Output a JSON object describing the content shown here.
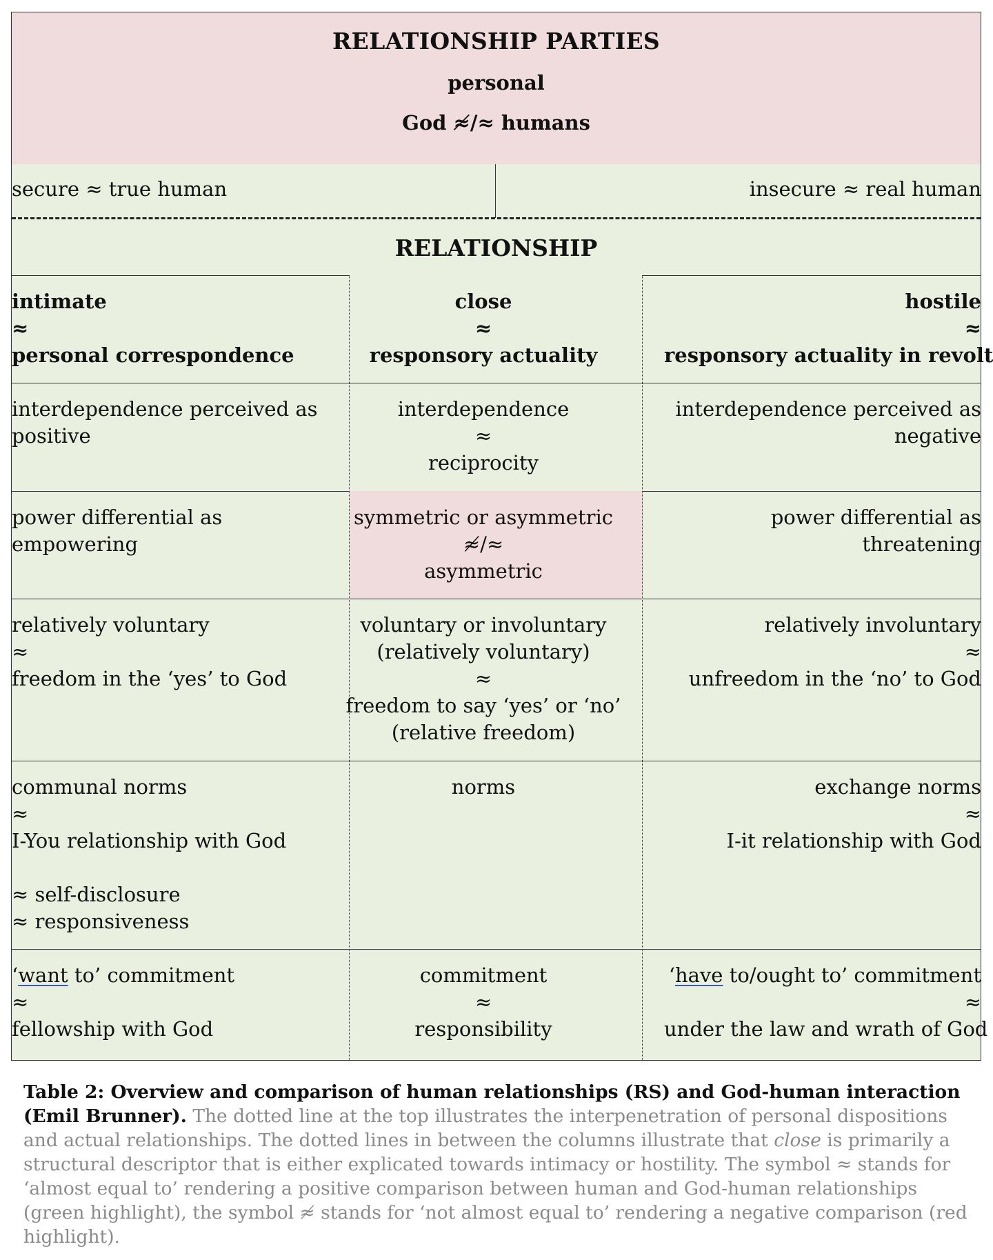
{
  "header": {
    "title": "RELATIONSHIP PARTIES",
    "subtitle": "personal",
    "comparison": "God ≉/≈ humans"
  },
  "dispositions": {
    "left": "secure ≈ true human",
    "right": "insecure ≈ real human"
  },
  "relationship_title": "RELATIONSHIP",
  "columns": {
    "left": [
      "intimate",
      "≈",
      "personal correspondence"
    ],
    "center": [
      "close",
      "≈",
      "responsory actuality"
    ],
    "right": [
      "hostile",
      "≈",
      "responsory actuality in revolt"
    ]
  },
  "rows": [
    {
      "left": [
        "interdependence perceived as",
        "positive"
      ],
      "center": [
        "interdependence",
        "≈",
        "reciprocity"
      ],
      "right": [
        "interdependence perceived as",
        "negative"
      ]
    },
    {
      "left": [
        "power differential as",
        "empowering"
      ],
      "center": [
        "symmetric or asymmetric",
        "≉/≈",
        "asymmetric"
      ],
      "right": [
        "power differential as",
        "threatening"
      ]
    },
    {
      "left": [
        "relatively voluntary",
        "≈",
        "freedom in the ‘yes’ to God"
      ],
      "center": [
        "voluntary or involuntary",
        "(relatively voluntary)",
        "≈",
        "freedom to say ‘yes’ or ‘no’",
        "(relative freedom)"
      ],
      "right": [
        "relatively involuntary",
        "≈",
        "unfreedom in the ‘no’ to God"
      ]
    },
    {
      "left": [
        "communal norms",
        "≈",
        "I-You relationship with God",
        "",
        "≈ self-disclosure",
        "≈ responsiveness"
      ],
      "center": [
        "norms"
      ],
      "right": [
        "exchange norms",
        "≈",
        "I-it relationship with God"
      ]
    },
    {
      "left_prefix": "‘",
      "left_underlined": "want",
      "left_suffix": " to’ commitment",
      "left": [
        "≈",
        "fellowship with God"
      ],
      "center": [
        "commitment",
        "≈",
        "responsibility"
      ],
      "right_prefix": "‘",
      "right_underlined": "have",
      "right_suffix": " to/ought to’ commitment",
      "right": [
        "≈",
        "under the law and wrath of God"
      ]
    }
  ],
  "caption": {
    "label": "Table 2: Overview and comparison of human relationships (RS) and God-human interaction (Emil Brunner).",
    "text_1": " The dotted line at the top illustrates the interpenetration of personal dispositions and actual relationships. The dotted lines in between the columns illustrate that ",
    "emphasis": "close",
    "text_2": " is primarily a structural descriptor that is either explicated towards intimacy or hostility. The symbol ≈ stands for ‘almost equal to’ rendering a positive comparison between human and God-human relationships (green highlight), the symbol ≉ stands for ‘not almost equal to’ rendering a negative comparison (red highlight)."
  },
  "colors": {
    "red_highlight": "#f0dcdd",
    "green_highlight": "#e9f0df"
  }
}
